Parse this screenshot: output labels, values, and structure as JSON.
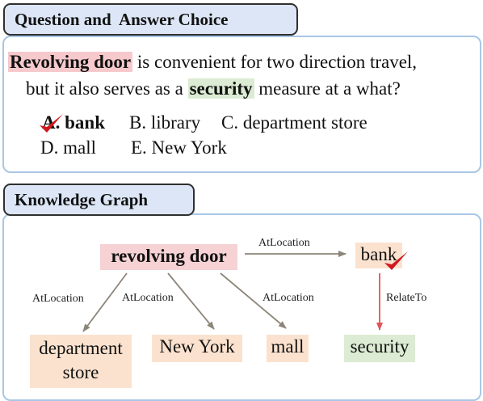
{
  "qa_section": {
    "title": "Question and  Answer Choice",
    "question": {
      "line1_highlight": "Revolving door",
      "line1_rest": " is convenient for two direction travel,",
      "line2_before": "but it also serves as a ",
      "line2_highlight": "security",
      "line2_after": " measure at a what?"
    },
    "choices": {
      "a": "A. bank",
      "b": "B. library",
      "c": "C. department store",
      "d": "D. mall",
      "e": "E. New York"
    },
    "correct_choice": "a"
  },
  "kg_section": {
    "title": "Knowledge Graph",
    "nodes": {
      "revolving_door": "revolving door",
      "bank": "bank",
      "department_store": "department store",
      "new_york": "New York",
      "mall": "mall",
      "security": "security"
    },
    "edges": {
      "revolving_to_bank": "AtLocation",
      "revolving_to_department": "AtLocation",
      "revolving_to_newyork": "AtLocation",
      "revolving_to_mall": "AtLocation",
      "bank_to_security": "RelateTo"
    }
  },
  "colors": {
    "panel_border": "#a9c6e6",
    "tab_fill": "#dce6f6",
    "highlight_red": "#f6c9cc",
    "highlight_green": "#dcebd3",
    "node_orange": "#fbe2cf",
    "checkmark": "#d0191f",
    "arrow_gray": "#8c8579",
    "arrow_red": "#e05555"
  }
}
